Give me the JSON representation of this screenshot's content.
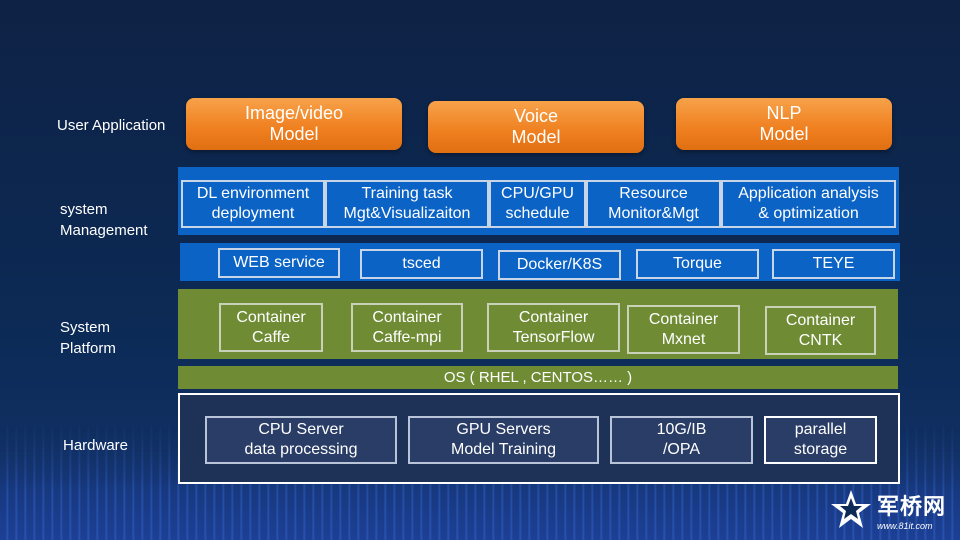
{
  "layers": {
    "user_application": "User Application",
    "system_management": [
      "system",
      "Management"
    ],
    "system_platform": [
      "System",
      "Platform"
    ],
    "hardware": "Hardware"
  },
  "user_apps": [
    {
      "line1": "Image/video",
      "line2": "Model"
    },
    {
      "line1": "Voice",
      "line2": "Model"
    },
    {
      "line1": "NLP",
      "line2": "Model"
    }
  ],
  "management_top": [
    {
      "line1": "DL environment",
      "line2": "deployment"
    },
    {
      "line1": "Training task",
      "line2": "Mgt&Visualizaiton"
    },
    {
      "line1": "CPU/GPU",
      "line2": "schedule"
    },
    {
      "line1": "Resource",
      "line2": "Monitor&Mgt"
    },
    {
      "line1": "Application analysis",
      "line2": "& optimization"
    }
  ],
  "management_services": [
    "WEB service",
    "tsced",
    "Docker/K8S",
    "Torque",
    "TEYE"
  ],
  "containers": [
    {
      "line1": "Container",
      "line2": "Caffe"
    },
    {
      "line1": "Container",
      "line2": "Caffe-mpi"
    },
    {
      "line1": "Container",
      "line2": "TensorFlow"
    },
    {
      "line1": "Container",
      "line2": "Mxnet"
    },
    {
      "line1": "Container",
      "line2": "CNTK"
    }
  ],
  "os_bar": "OS ( RHEL , CENTOS…… )",
  "hardware_items": [
    {
      "line1": "CPU Server",
      "line2": "data processing"
    },
    {
      "line1": "GPU Servers",
      "line2": "Model Training"
    },
    {
      "line1": "10G/IB",
      "line2": "/OPA"
    },
    {
      "line1": "parallel",
      "line2": "storage"
    }
  ],
  "watermark": {
    "name": "军桥网",
    "url": "www.81it.com",
    "icon": "star-logo-icon"
  },
  "colors": {
    "orange": "#ef7f1f",
    "blue_band": "#0b63c5",
    "green_band": "#6f8c35",
    "hardware_bg": "#1e3156"
  }
}
